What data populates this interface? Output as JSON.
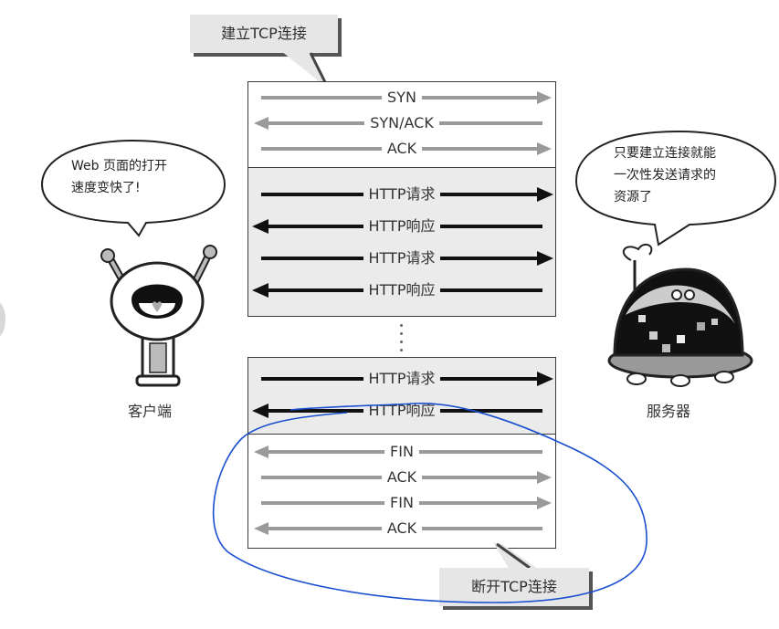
{
  "callouts": {
    "establish": "建立TCP连接",
    "close": "断开TCP连接"
  },
  "handshake": [
    {
      "label": "SYN",
      "direction": "right"
    },
    {
      "label": "SYN/ACK",
      "direction": "left"
    },
    {
      "label": "ACK",
      "direction": "right"
    }
  ],
  "http_block_1": [
    {
      "label": "HTTP请求",
      "direction": "right"
    },
    {
      "label": "HTTP响应",
      "direction": "left"
    },
    {
      "label": "HTTP请求",
      "direction": "right"
    },
    {
      "label": "HTTP响应",
      "direction": "left"
    }
  ],
  "http_block_2": [
    {
      "label": "HTTP请求",
      "direction": "right"
    },
    {
      "label": "HTTP响应",
      "direction": "left"
    }
  ],
  "teardown": [
    {
      "label": "FIN",
      "direction": "left"
    },
    {
      "label": "ACK",
      "direction": "right"
    },
    {
      "label": "FIN",
      "direction": "right"
    },
    {
      "label": "ACK",
      "direction": "left"
    }
  ],
  "client": {
    "caption": "客户端",
    "speech": [
      "Web 页面的打开",
      "速度变快了!"
    ]
  },
  "server": {
    "caption": "服务器",
    "speech": [
      "只要建立连接就能",
      "一次性发送请求的",
      "资源了"
    ]
  },
  "colors": {
    "control_arrow": "#9a9a9a",
    "http_arrow": "#111111",
    "gray_block": "#ebebeb",
    "annotation": "#1a4fd0"
  }
}
